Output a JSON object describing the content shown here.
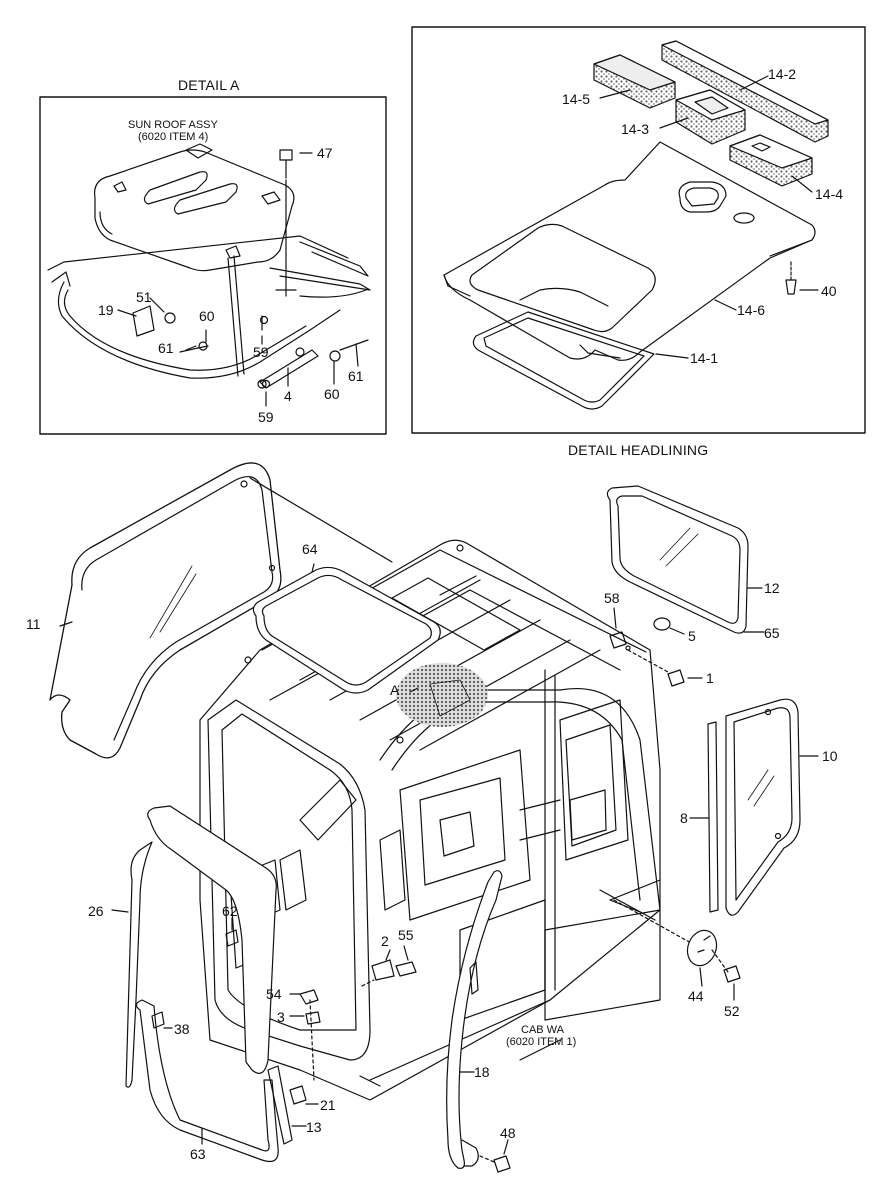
{
  "captions": {
    "detail_a": "DETAIL A",
    "detail_headlining": "DETAIL HEADLINING"
  },
  "notes": {
    "sun_roof_line1": "SUN ROOF ASSY",
    "sun_roof_line2": "(6020 ITEM 4)",
    "cab_line1": "CAB WA",
    "cab_line2": "(6020 ITEM 1)",
    "area_a": "A"
  },
  "detail_a_callouts": [
    "47",
    "51",
    "19",
    "60",
    "61",
    "59",
    "4",
    "60",
    "61",
    "59"
  ],
  "headlining_callouts": [
    "14-2",
    "14-5",
    "14-3",
    "14-4",
    "40",
    "14-6",
    "14-1"
  ],
  "main_callouts": [
    "11",
    "64",
    "58",
    "12",
    "5",
    "65",
    "1",
    "10",
    "8",
    "26",
    "62",
    "2",
    "55",
    "54",
    "3",
    "38",
    "44",
    "52",
    "18",
    "21",
    "13",
    "48",
    "63"
  ]
}
